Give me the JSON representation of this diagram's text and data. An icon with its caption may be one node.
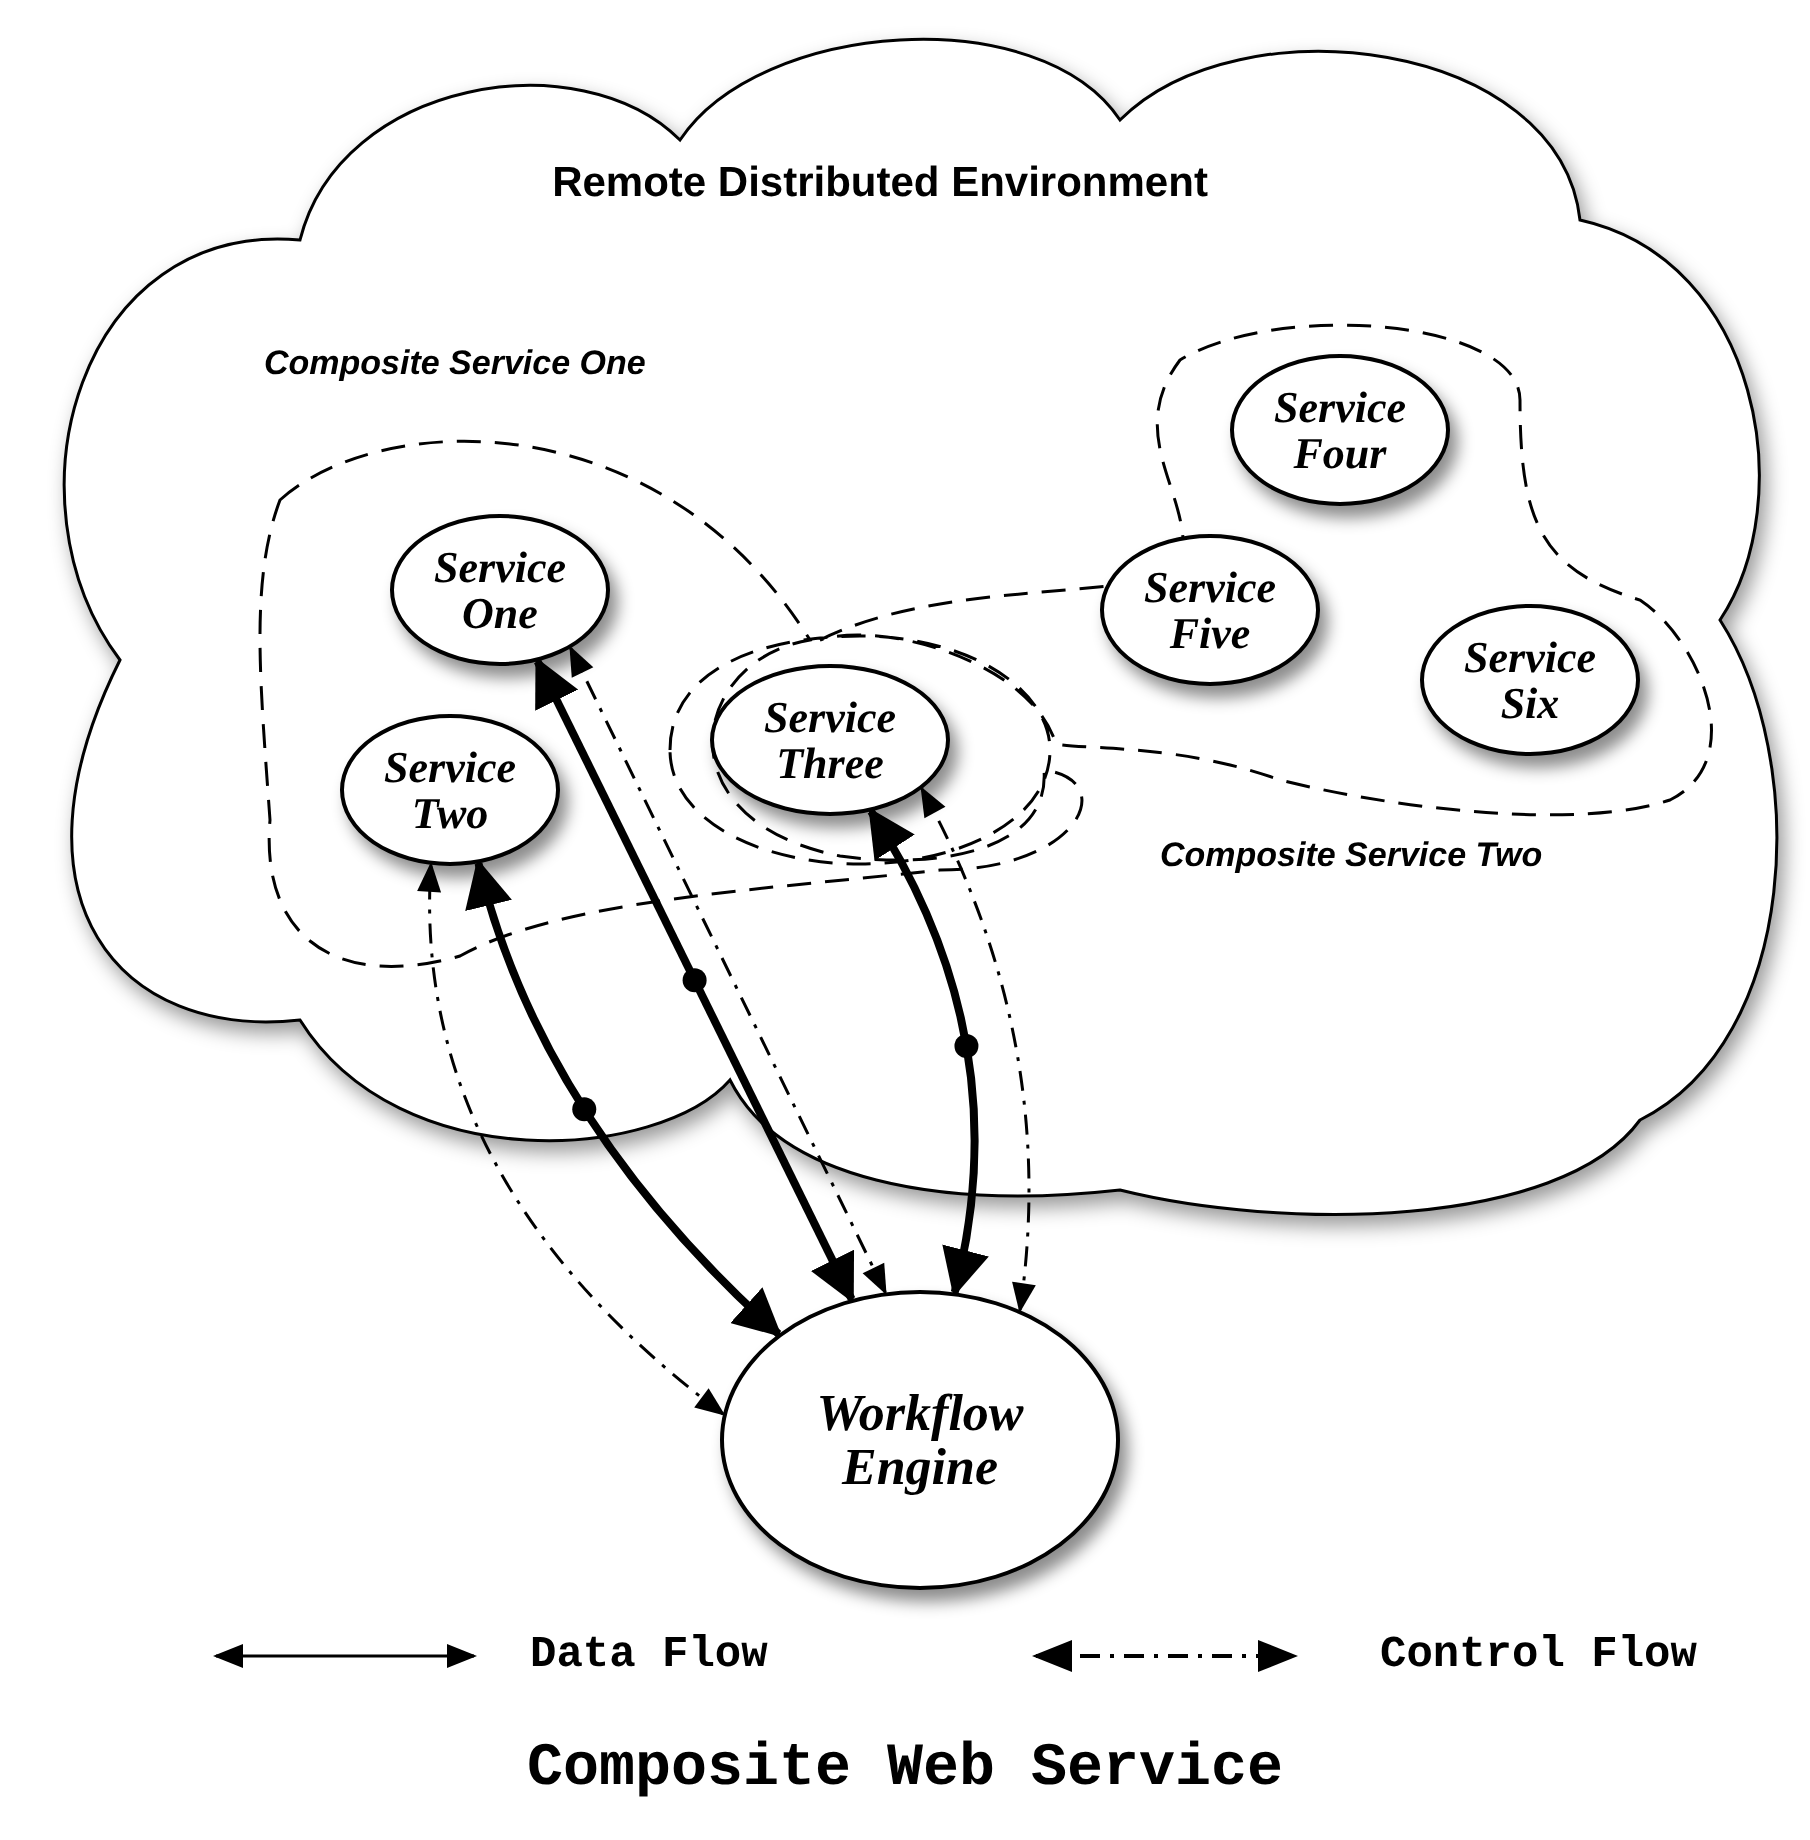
{
  "diagram": {
    "caption": "Composite Web Service",
    "nodes": [
      {
        "text": [
          "Remote Distributed Environment"
        ]
      },
      {
        "text": [
          "Composite Service One"
        ],
        "in": 0
      },
      {
        "text": [
          "Service One"
        ],
        "in": 1
      },
      {
        "text": [
          "Service Two"
        ],
        "in": 1
      },
      {
        "text": [
          "Composite Service Two"
        ],
        "in": 0
      },
      {
        "text": [
          "Service Three"
        ],
        "in": 4
      },
      {
        "text": [
          "Service Four"
        ],
        "in": 4
      },
      {
        "text": [
          "Service Five"
        ],
        "in": 4
      },
      {
        "text": [
          "Service Six"
        ],
        "in": 4
      },
      {
        "text": [
          "Workflow Engine"
        ]
      }
    ],
    "edges": [
      {
        "from": 9,
        "to": 3,
        "arrow": "both",
        "style": "thick"
      },
      {
        "from": 9,
        "to": 3,
        "arrow": "both",
        "style": "dashed"
      },
      {
        "from": 9,
        "to": 2,
        "arrow": "both",
        "style": "thick"
      },
      {
        "from": 9,
        "to": 2,
        "arrow": "both",
        "style": "dashed"
      },
      {
        "from": 9,
        "to": 5,
        "arrow": "both",
        "style": "thick"
      },
      {
        "from": 9,
        "to": 5,
        "arrow": "both",
        "style": "dashed"
      }
    ],
    "legend": [
      {
        "text": "Data Flow"
      },
      {
        "text": "Control Flow"
      }
    ]
  }
}
